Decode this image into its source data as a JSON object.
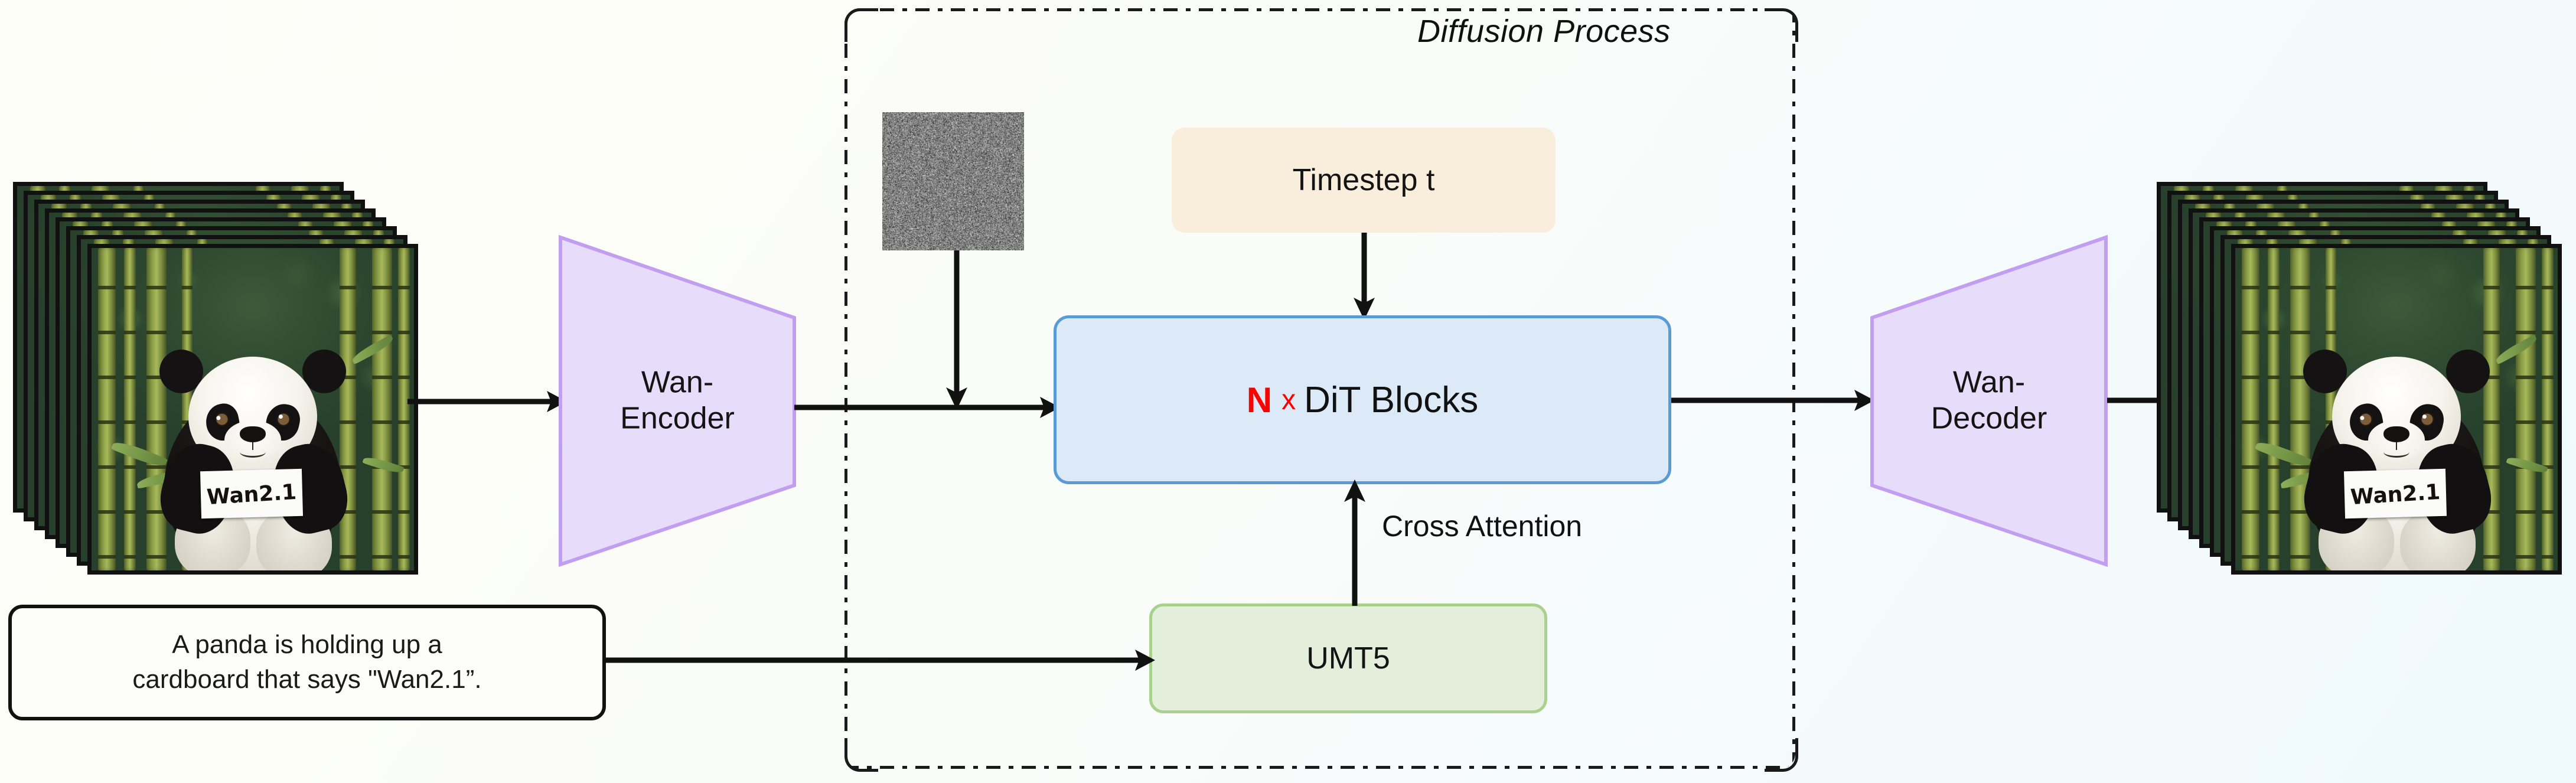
{
  "diagram": {
    "title_region": "Diffusion Process",
    "nodes": {
      "encoder": "Wan-\nEncoder",
      "decoder": "Wan-\nDecoder",
      "timestep": "Timestep t",
      "dit_count": "N",
      "dit_times": "x",
      "dit_label": "DiT Blocks",
      "text_encoder": "UMT5"
    },
    "labels": {
      "cross_attention": "Cross Attention"
    },
    "prompt": {
      "line1": "A panda is holding up a",
      "line2": "cardboard that says \"Wan2.1”."
    },
    "frames": {
      "card_text": "Wan2.1",
      "input_alt": "input video frames of a panda holding a Wan2.1 cardboard",
      "output_alt": "generated video frames of a panda holding a Wan2.1 cardboard"
    },
    "colors": {
      "dit_fill": "#dce9f7",
      "dit_border": "#5b9bd5",
      "dit_accent": "#ff0000",
      "timestep_fill": "#f8eedb",
      "umt5_fill": "#e3efda",
      "umt5_border": "#a9d18e",
      "vae_fill": "#e7ddfb",
      "vae_border": "#c29ef0",
      "prompt_border": "#111111",
      "line": "#111111"
    }
  }
}
